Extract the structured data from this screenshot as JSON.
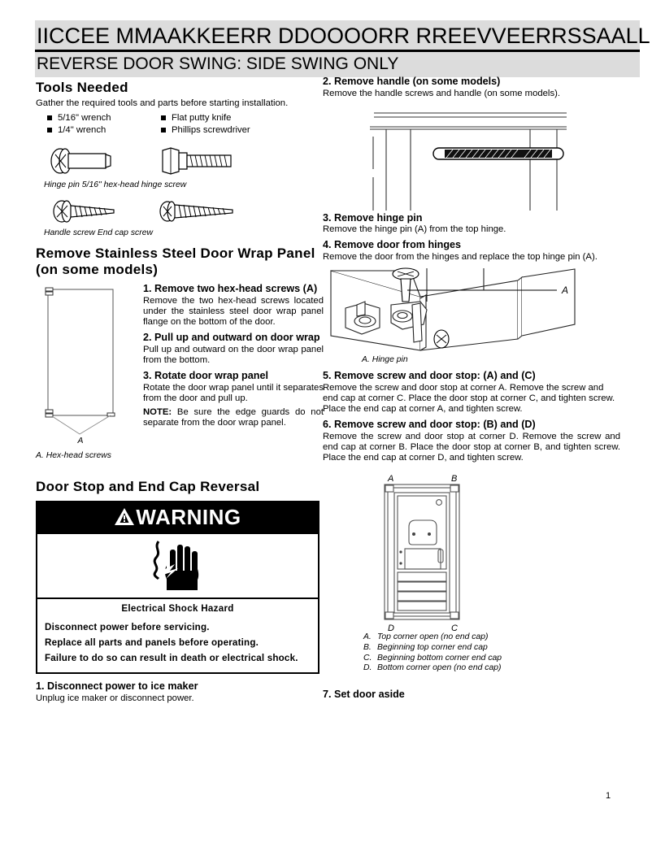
{
  "header": {
    "title_main": "IICCEE  MMAAKKEERR  DDOOOORR  RREEVVEERRSSAALL",
    "title_sub": "REVERSE DOOR SWING: SIDE SWING ONLY"
  },
  "tools": {
    "heading": "Tools  Needed",
    "intro": "Gather  the  required  tools  and  parts  before  starting  installation.",
    "items_left": [
      "5/16\" wrench",
      "1/4\" wrench"
    ],
    "items_right": [
      "Flat putty knife",
      "Phillips screwdriver"
    ],
    "caption_row1": "Hinge  pin  5/16\"  hex-head  hinge  screw",
    "caption_row2": "Handle  screw  End  cap  screw"
  },
  "wrap_panel": {
    "heading": "Remove  Stainless Steel  Door Wrap Panel  (on some  models)",
    "diagram_callout": "A",
    "diagram_caption": "A.  Hex-head  screws",
    "steps": [
      {
        "title": "1. Remove two hex-head screws (A)",
        "body": "Remove the two hex-head screws located under the stainless steel door wrap panel flange on the bottom of the door."
      },
      {
        "title": "2. Pull up and outward on door wrap",
        "body": "Pull up and outward on the door wrap panel from the bottom."
      },
      {
        "title": "3. Rotate door wrap panel",
        "body": "Rotate the door wrap panel until it separates from the door and pull up."
      }
    ],
    "note_label": "NOTE:",
    "note_body": " Be sure the edge guards do not separate from the door wrap panel."
  },
  "door_stop": {
    "heading": "Door  Stop and  End Cap  Reversal",
    "warning": {
      "word": "WARNING",
      "hazard_title": "Electrical  Shock  Hazard",
      "lines": [
        "Disconnect  power  before  servicing.",
        "Replace  all  parts  and  panels  before  operating.",
        "Failure  to  do  so  can  result  in  death  or  electrical  shock."
      ]
    },
    "step1_title": "1. Disconnect power to ice maker",
    "step1_body": "Unplug  ice  maker  or  disconnect  power."
  },
  "right": {
    "step2_title": "2. Remove handle (on some models)",
    "step2_body": "Remove  the  handle screws  and handle  (on  some  models).",
    "step3_title": "3. Remove hinge pin",
    "step3_body": "Remove  the  hinge pin  (A) from  the  top  hinge.",
    "step4_title": "4. Remove door from hinges",
    "step4_body": "Remove  the  door  from  the hinges  and  replace  the  top  hinge  pin (A).",
    "hinge_callout": "A",
    "hinge_caption": "A.  Hinge  pin",
    "step5_title": "5. Remove screw and door stop: (A) and (C)",
    "step5_body": "Remove the screw and door stop at corner A. Remove the screw and end cap at corner C. Place the door stop at corner C, and tighten screw. Place the end cap at corner A, and tighten screw.",
    "step6_title": "6. Remove screw and door stop: (B) and (D)",
    "step6_body": "Remove the screw and door stop at corner D. Remove the screw and end cap at corner B. Place the door stop at corner B, and tighten screw. Place the end cap at corner D, and tighten screw.",
    "door_corners": {
      "a": "A",
      "b": "B",
      "c": "C",
      "d": "D"
    },
    "door_legend": [
      {
        "key": "A.",
        "text": "Top  corner  open  (no  end  cap)"
      },
      {
        "key": "B.",
        "text": "Beginning  top  corner  end  cap"
      },
      {
        "key": "C.",
        "text": "Beginning  bottom  corner  end  cap"
      },
      {
        "key": "D.",
        "text": "Bottom  corner  open  (no  end  cap)"
      }
    ],
    "step7_title": "7. Set door aside"
  },
  "footer": {
    "page_number": "1"
  },
  "colors": {
    "band": "#dcdcdc",
    "ink": "#000000",
    "paper": "#ffffff"
  }
}
